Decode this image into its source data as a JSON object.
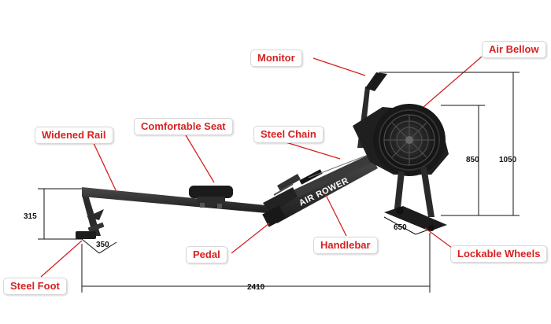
{
  "callouts": {
    "monitor": "Monitor",
    "air_bellow": "Air Bellow",
    "widened_rail": "Widened Rail",
    "comfortable_seat": "Comfortable Seat",
    "steel_chain": "Steel Chain",
    "pedal": "Pedal",
    "handlebar": "Handlebar",
    "lockable_wheels": "Lockable Wheels",
    "steel_foot": "Steel Foot"
  },
  "dimensions": {
    "total_length": "2410",
    "front_height": "315",
    "foot_width": "350",
    "base_width": "650",
    "fan_height": "850",
    "total_height": "1050"
  },
  "branding": {
    "frame_text": "AIR ROWER"
  },
  "colors": {
    "callout_text": "#d62222",
    "leader_line": "#d62222",
    "frame": "#2a2a2a",
    "dimension_line": "#111111"
  }
}
